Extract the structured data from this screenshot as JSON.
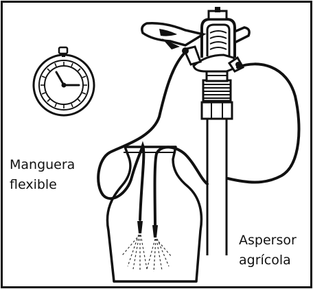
{
  "labels": {
    "hose": {
      "line1": "Manguera",
      "line2": "flexible"
    },
    "sprinkler": {
      "line1": "Aspersor",
      "line2": "agrícola"
    }
  },
  "icons": [
    "stopwatch-icon",
    "sprinkler-head-icon",
    "jar-icon"
  ],
  "colors": {
    "ink": "#111111",
    "background": "#ffffff"
  }
}
